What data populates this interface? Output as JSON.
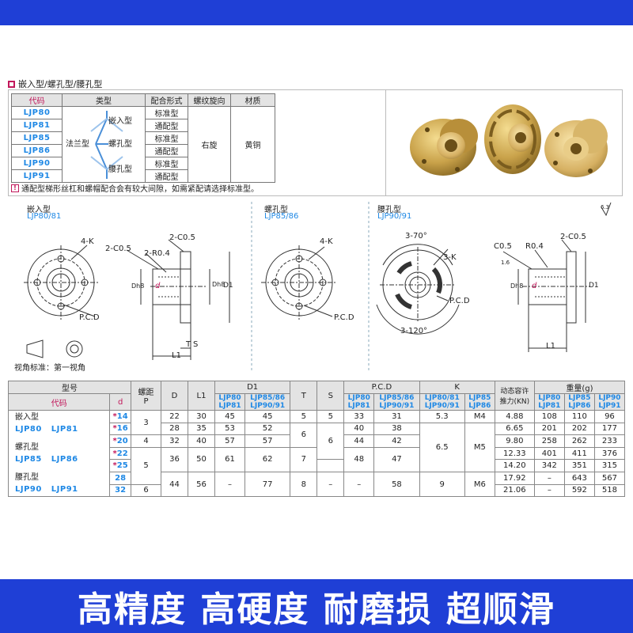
{
  "section_title": "嵌入型/螺孔型/腰孔型",
  "type_table": {
    "headers": [
      "代码",
      "类型",
      "配合形式",
      "螺纹旋向",
      "材质"
    ],
    "codes": [
      "LJP80",
      "LJP81",
      "LJP85",
      "LJP86",
      "LJP90",
      "LJP91"
    ],
    "flange_type": "法兰型",
    "subtypes": [
      "嵌入型",
      "螺孔型",
      "腰孔型"
    ],
    "fits": [
      "标准型",
      "通配型",
      "标准型",
      "通配型",
      "标准型",
      "通配型"
    ],
    "thread_direction": "右旋",
    "material": "黄铜"
  },
  "note": "通配型梯形丝杠和螺帽配合会有较大间隙，如需紧配请选择标准型。",
  "drawings": {
    "embedded": {
      "title": "嵌入型",
      "codes": "LJP80/81"
    },
    "screw": {
      "title": "螺孔型",
      "codes": "LJP85/86"
    },
    "slot": {
      "title": "腰孔型",
      "codes": "LJP90/91"
    },
    "labels": {
      "four_k": "4-K",
      "c05a": "2-C0.5",
      "c05b": "2-C0.5",
      "r04": "2-R0.4",
      "pcd": "P.C.D",
      "dh8": "Dh8",
      "d1": "D1",
      "d": "d",
      "l1": "L1",
      "t": "T",
      "s": "S",
      "four_k2": "4-K",
      "pcd2": "P.C.D",
      "angle70": "3-70°",
      "threek": "3-K",
      "pcd3": "P.C.D",
      "angle120": "3-120°",
      "c05c": "C0.5",
      "r04b": "R0.4",
      "c05d": "2-C0.5",
      "dh8b": "Dh8",
      "d1b": "D1",
      "db": "d",
      "l1b": "L1",
      "rough1": "1.6",
      "rough2": "6.3",
      "view_std": "视角标准：第一视角"
    }
  },
  "spec_table": {
    "head": {
      "model": "型号",
      "code": "代码",
      "d": "d",
      "pitch": "螺距\nP",
      "D": "D",
      "L1": "L1",
      "D1": "D1",
      "T": "T",
      "S": "S",
      "PCD": "P.C.D",
      "K": "K",
      "thrust": "动态容许\n推力(KN)",
      "weight": "重量(g)",
      "sub_a": "LJP80\nLJP81",
      "sub_b": "LJP85/86\nLJP90/91",
      "sub_k1": "LJP80/81\nLJP90/91",
      "sub_k2": "LJP85\nLJP86",
      "sub_w1": "LJP80\nLJP81",
      "sub_w2": "LJP85\nLJP86",
      "sub_w3": "LJP90\nLJP91"
    },
    "groups": [
      {
        "name": "嵌入型",
        "codes": "LJP80   LJP81"
      },
      {
        "name": "螺孔型",
        "codes": "LJP85   LJP86"
      },
      {
        "name": "腰孔型",
        "codes": "LJP90   LJP91"
      }
    ],
    "rows": [
      {
        "d": "14",
        "star": "*",
        "P": "3",
        "D": "22",
        "L1": "30",
        "D1a": "45",
        "D1b": "45",
        "T": "5",
        "S": "5",
        "PCDa": "33",
        "PCDb": "31",
        "K1": "5.3",
        "K2": "M4",
        "thrust": "4.88",
        "w1": "108",
        "w2": "110",
        "w3": "96"
      },
      {
        "d": "16",
        "star": "*",
        "P": "",
        "D": "28",
        "L1": "35",
        "D1a": "53",
        "D1b": "52",
        "T": "6",
        "S": "",
        "PCDa": "40",
        "PCDb": "38",
        "K1": "",
        "K2": "",
        "thrust": "6.65",
        "w1": "201",
        "w2": "202",
        "w3": "177"
      },
      {
        "d": "20",
        "star": "*",
        "P": "4",
        "D": "32",
        "L1": "40",
        "D1a": "57",
        "D1b": "57",
        "T": "",
        "S": "6",
        "PCDa": "44",
        "PCDb": "42",
        "K1": "6.5",
        "K2": "M5",
        "thrust": "9.80",
        "w1": "258",
        "w2": "262",
        "w3": "233"
      },
      {
        "d": "22",
        "star": "*",
        "P": "5",
        "D": "36",
        "L1": "50",
        "D1a": "61",
        "D1b": "62",
        "T": "7",
        "S": "",
        "PCDa": "48",
        "PCDb": "47",
        "K1": "",
        "K2": "",
        "thrust": "12.33",
        "w1": "401",
        "w2": "411",
        "w3": "376"
      },
      {
        "d": "25",
        "star": "*",
        "P": "",
        "D": "",
        "L1": "",
        "D1a": "",
        "D1b": "",
        "T": "",
        "S": "",
        "PCDa": "",
        "PCDb": "",
        "K1": "",
        "K2": "",
        "thrust": "14.20",
        "w1": "342",
        "w2": "351",
        "w3": "315"
      },
      {
        "d": "28",
        "star": "",
        "P": "",
        "D": "44",
        "L1": "56",
        "D1a": "–",
        "D1b": "77",
        "T": "8",
        "S": "–",
        "PCDa": "–",
        "PCDb": "58",
        "K1": "9",
        "K2": "M6",
        "thrust": "17.92",
        "w1": "–",
        "w2": "643",
        "w3": "567"
      },
      {
        "d": "32",
        "star": "",
        "P": "6",
        "D": "",
        "L1": "",
        "D1a": "",
        "D1b": "",
        "T": "",
        "S": "",
        "PCDa": "",
        "PCDb": "",
        "K1": "",
        "K2": "",
        "thrust": "21.06",
        "w1": "–",
        "w2": "592",
        "w3": "518"
      }
    ]
  },
  "slogan": "高精度 高硬度 耐磨损 超顺滑",
  "colors": {
    "bar": "#1f3fd6",
    "code": "#1e88e5",
    "accent": "#c2185b",
    "brass": "#c9a24a"
  }
}
